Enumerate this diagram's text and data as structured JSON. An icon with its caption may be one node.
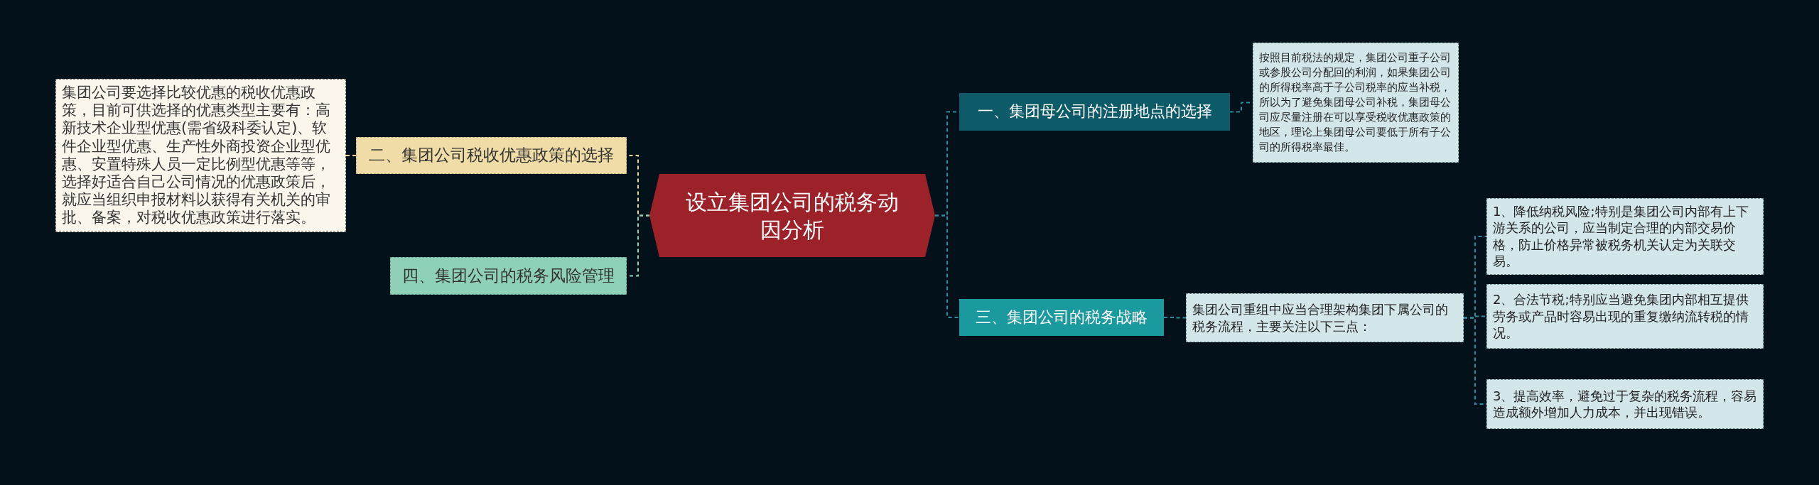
{
  "diagram": {
    "nodes": [
      {
        "text": [
          "设立集团公司的税务动因分析"
        ]
      },
      {
        "text": [
          "一、集团母公司的注册地点的选择"
        ]
      },
      {
        "text": [
          "按照目前税法的规定，集团公司重子公司或参股公司分配回的利润，如果集团公司的所得税率高于子公司税率的应当补税，所以为了避免集团母公司补税，集团母公司应尽量注册在可以享受税收优惠政策的地区，理论上集团母公司要低于所有子公司的所得税率最佳。"
        ]
      },
      {
        "text": [
          "二、集团公司税收优惠政策的选择"
        ]
      },
      {
        "text": [
          "集团公司要选择比较优惠的税收优惠政策，目前可供选择的优惠类型主要有：高新技术企业型优惠(需省级科委认定)、软件企业型优惠、生产性外商投资企业型优惠、安置特殊人员一定比例型优惠等等，选择好适合自己公司情况的优惠政策后，就应当组织申报材料以获得有关机关的审批、备案，对税收优惠政策进行落实。"
        ]
      },
      {
        "text": [
          "三、集团公司的税务战略"
        ]
      },
      {
        "text": [
          "集团公司重组中应当合理架构集团下属公司的税务流程，主要关注以下三点："
        ]
      },
      {
        "text": [
          "1、降低纳税风险;特别是集团公司内部有上下游关系的公司，应当制定合理的内部交易价格，防止价格异常被税务机关认定为关联交易。"
        ]
      },
      {
        "text": [
          "2、合法节税;特别应当避免集团内部相互提供劳务或产品时容易出现的重复缴纳流转税的情况。"
        ]
      },
      {
        "text": [
          "3、提高效率，避免过于复杂的税务流程，容易造成额外增加人力成本，并出现错误。"
        ]
      },
      {
        "text": [
          "四、集团公司的税务风险管理"
        ]
      }
    ],
    "edges": [
      {
        "from": 0,
        "to": 1,
        "arrow": "none",
        "style": "dashed"
      },
      {
        "from": 1,
        "to": 2,
        "arrow": "none",
        "style": "dashed"
      },
      {
        "from": 0,
        "to": 3,
        "arrow": "none",
        "style": "dashed",
        "color": "#e6d6a2"
      },
      {
        "from": 3,
        "to": 4,
        "arrow": "none",
        "style": "dashed",
        "color": "#e6d6a2"
      },
      {
        "from": 0,
        "to": 5,
        "arrow": "none",
        "style": "dashed"
      },
      {
        "from": 5,
        "to": 6,
        "arrow": "none",
        "style": "dashed"
      },
      {
        "from": 6,
        "to": 7,
        "arrow": "none",
        "style": "dashed"
      },
      {
        "from": 6,
        "to": 8,
        "arrow": "none",
        "style": "dashed"
      },
      {
        "from": 6,
        "to": 9,
        "arrow": "none",
        "style": "dashed"
      },
      {
        "from": 0,
        "to": 10,
        "arrow": "none",
        "style": "dashed",
        "color": "#8fd1b8"
      }
    ]
  }
}
